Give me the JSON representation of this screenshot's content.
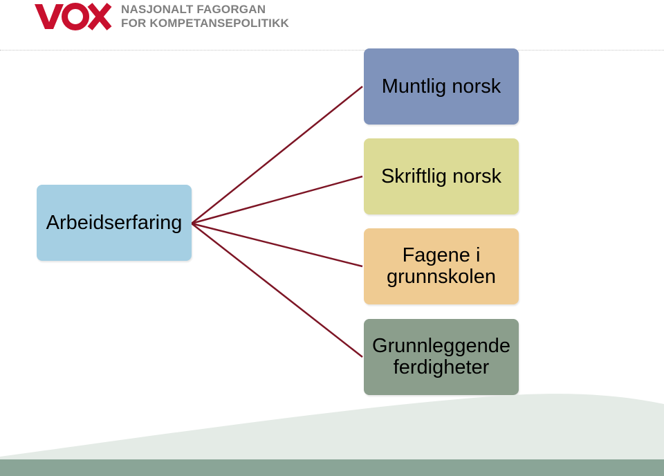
{
  "header": {
    "logo_text": "VOX",
    "org_line1": "NASJONALT FAGORGAN",
    "org_line2": "FOR KOMPETANSEPOLITIKK"
  },
  "diagram": {
    "root": {
      "label": "Arbeidserfaring",
      "color": "#a5cfe3"
    },
    "children": [
      {
        "label": "Muntlig norsk",
        "color": "#7f93bb"
      },
      {
        "label": "Skriftlig norsk",
        "color": "#dcdb96"
      },
      {
        "label": "Fagene i grunnskolen",
        "color": "#efcb92"
      },
      {
        "label": "Grunnleggende ferdigheter",
        "color": "#8b9e8c"
      }
    ],
    "connector_color": "#7d1525"
  },
  "colors": {
    "brand_red": "#c8102e",
    "logo_gray": "#7f7f7f",
    "footer_band": "#8aa597",
    "footer_wave": "#e4ebe6"
  }
}
